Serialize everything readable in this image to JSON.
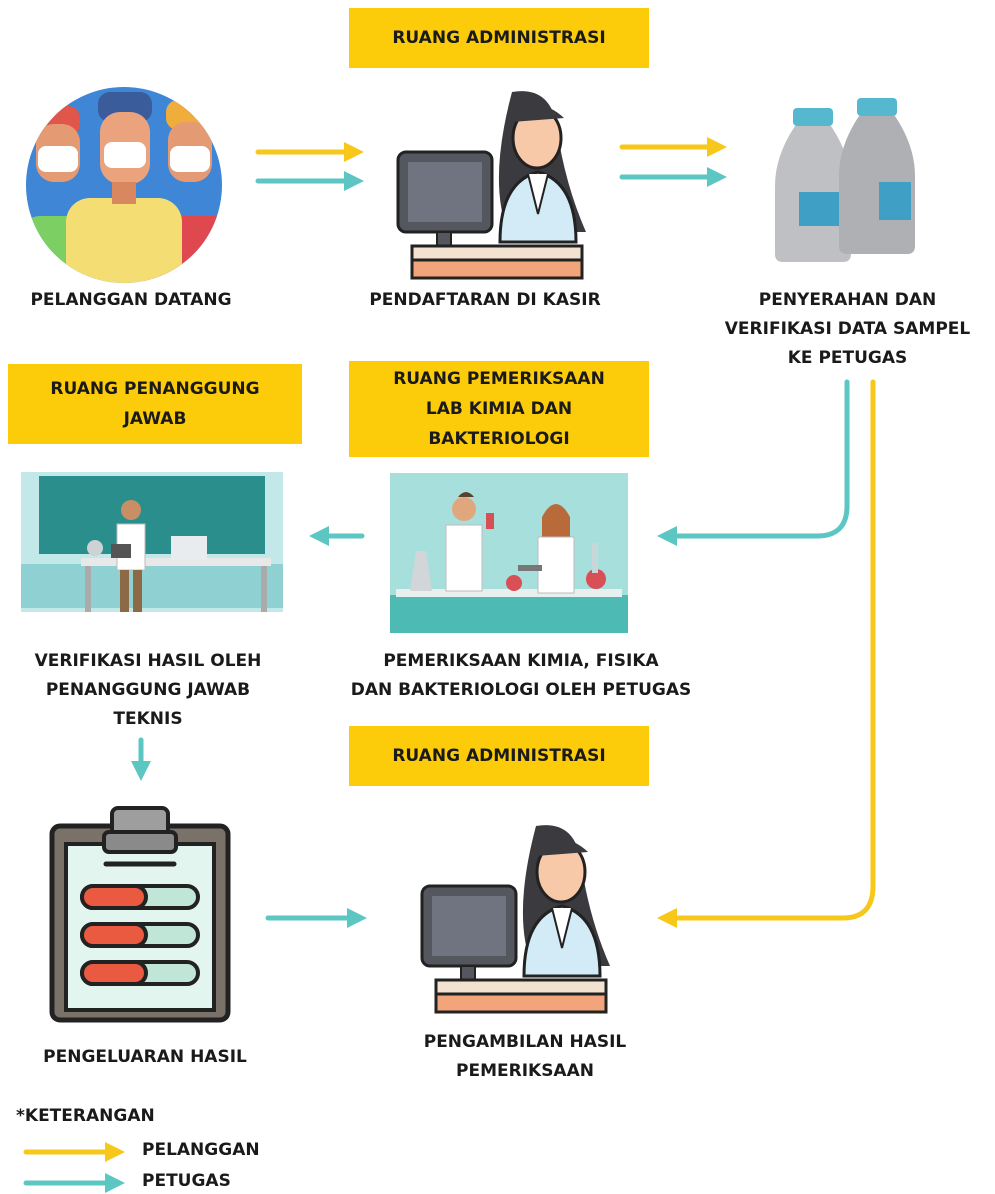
{
  "colors": {
    "pelanggan": "#f7c71a",
    "petugas": "#5cc6c2",
    "label_box": "#fccc0a",
    "text": "#1a1a1a"
  },
  "boxes": {
    "admin_top": "RUANG ADMINISTRASI",
    "penanggung": [
      "RUANG PENANGGUNG",
      "JAWAB"
    ],
    "pemeriksaan": [
      "RUANG PEMERIKSAAN",
      "LAB KIMIA DAN",
      "BAKTERIOLOGI"
    ],
    "admin_bottom": "RUANG ADMINISTRASI"
  },
  "steps": {
    "pelanggan_datang": "PELANGGAN DATANG",
    "pendaftaran": "PENDAFTARAN DI KASIR",
    "penyerahan": [
      "PENYERAHAN DAN",
      "VERIFIKASI DATA SAMPEL",
      "KE PETUGAS"
    ],
    "verifikasi": [
      "VERIFIKASI HASIL OLEH",
      "PENANGGUNG JAWAB",
      "TEKNIS"
    ],
    "pemeriksaan": [
      "PEMERIKSAAN KIMIA, FISIKA",
      "DAN BAKTERIOLOGI OLEH PETUGAS"
    ],
    "pengeluaran": "PENGELUARAN HASIL",
    "pengambilan": [
      "PENGAMBILAN HASIL",
      "PEMERIKSAAN"
    ]
  },
  "legend": {
    "title": "*KETERANGAN",
    "pelanggan": "PELANGGAN",
    "petugas": "PETUGAS"
  },
  "icons": {
    "customers": "customers-masked-icon",
    "cashier": "cashier-at-computer-icon",
    "bottles": "sample-bottles-icon",
    "lab_supervisor": "lab-supervisor-illustration",
    "lab_exam": "lab-scientists-illustration",
    "clipboard": "results-clipboard-icon"
  }
}
